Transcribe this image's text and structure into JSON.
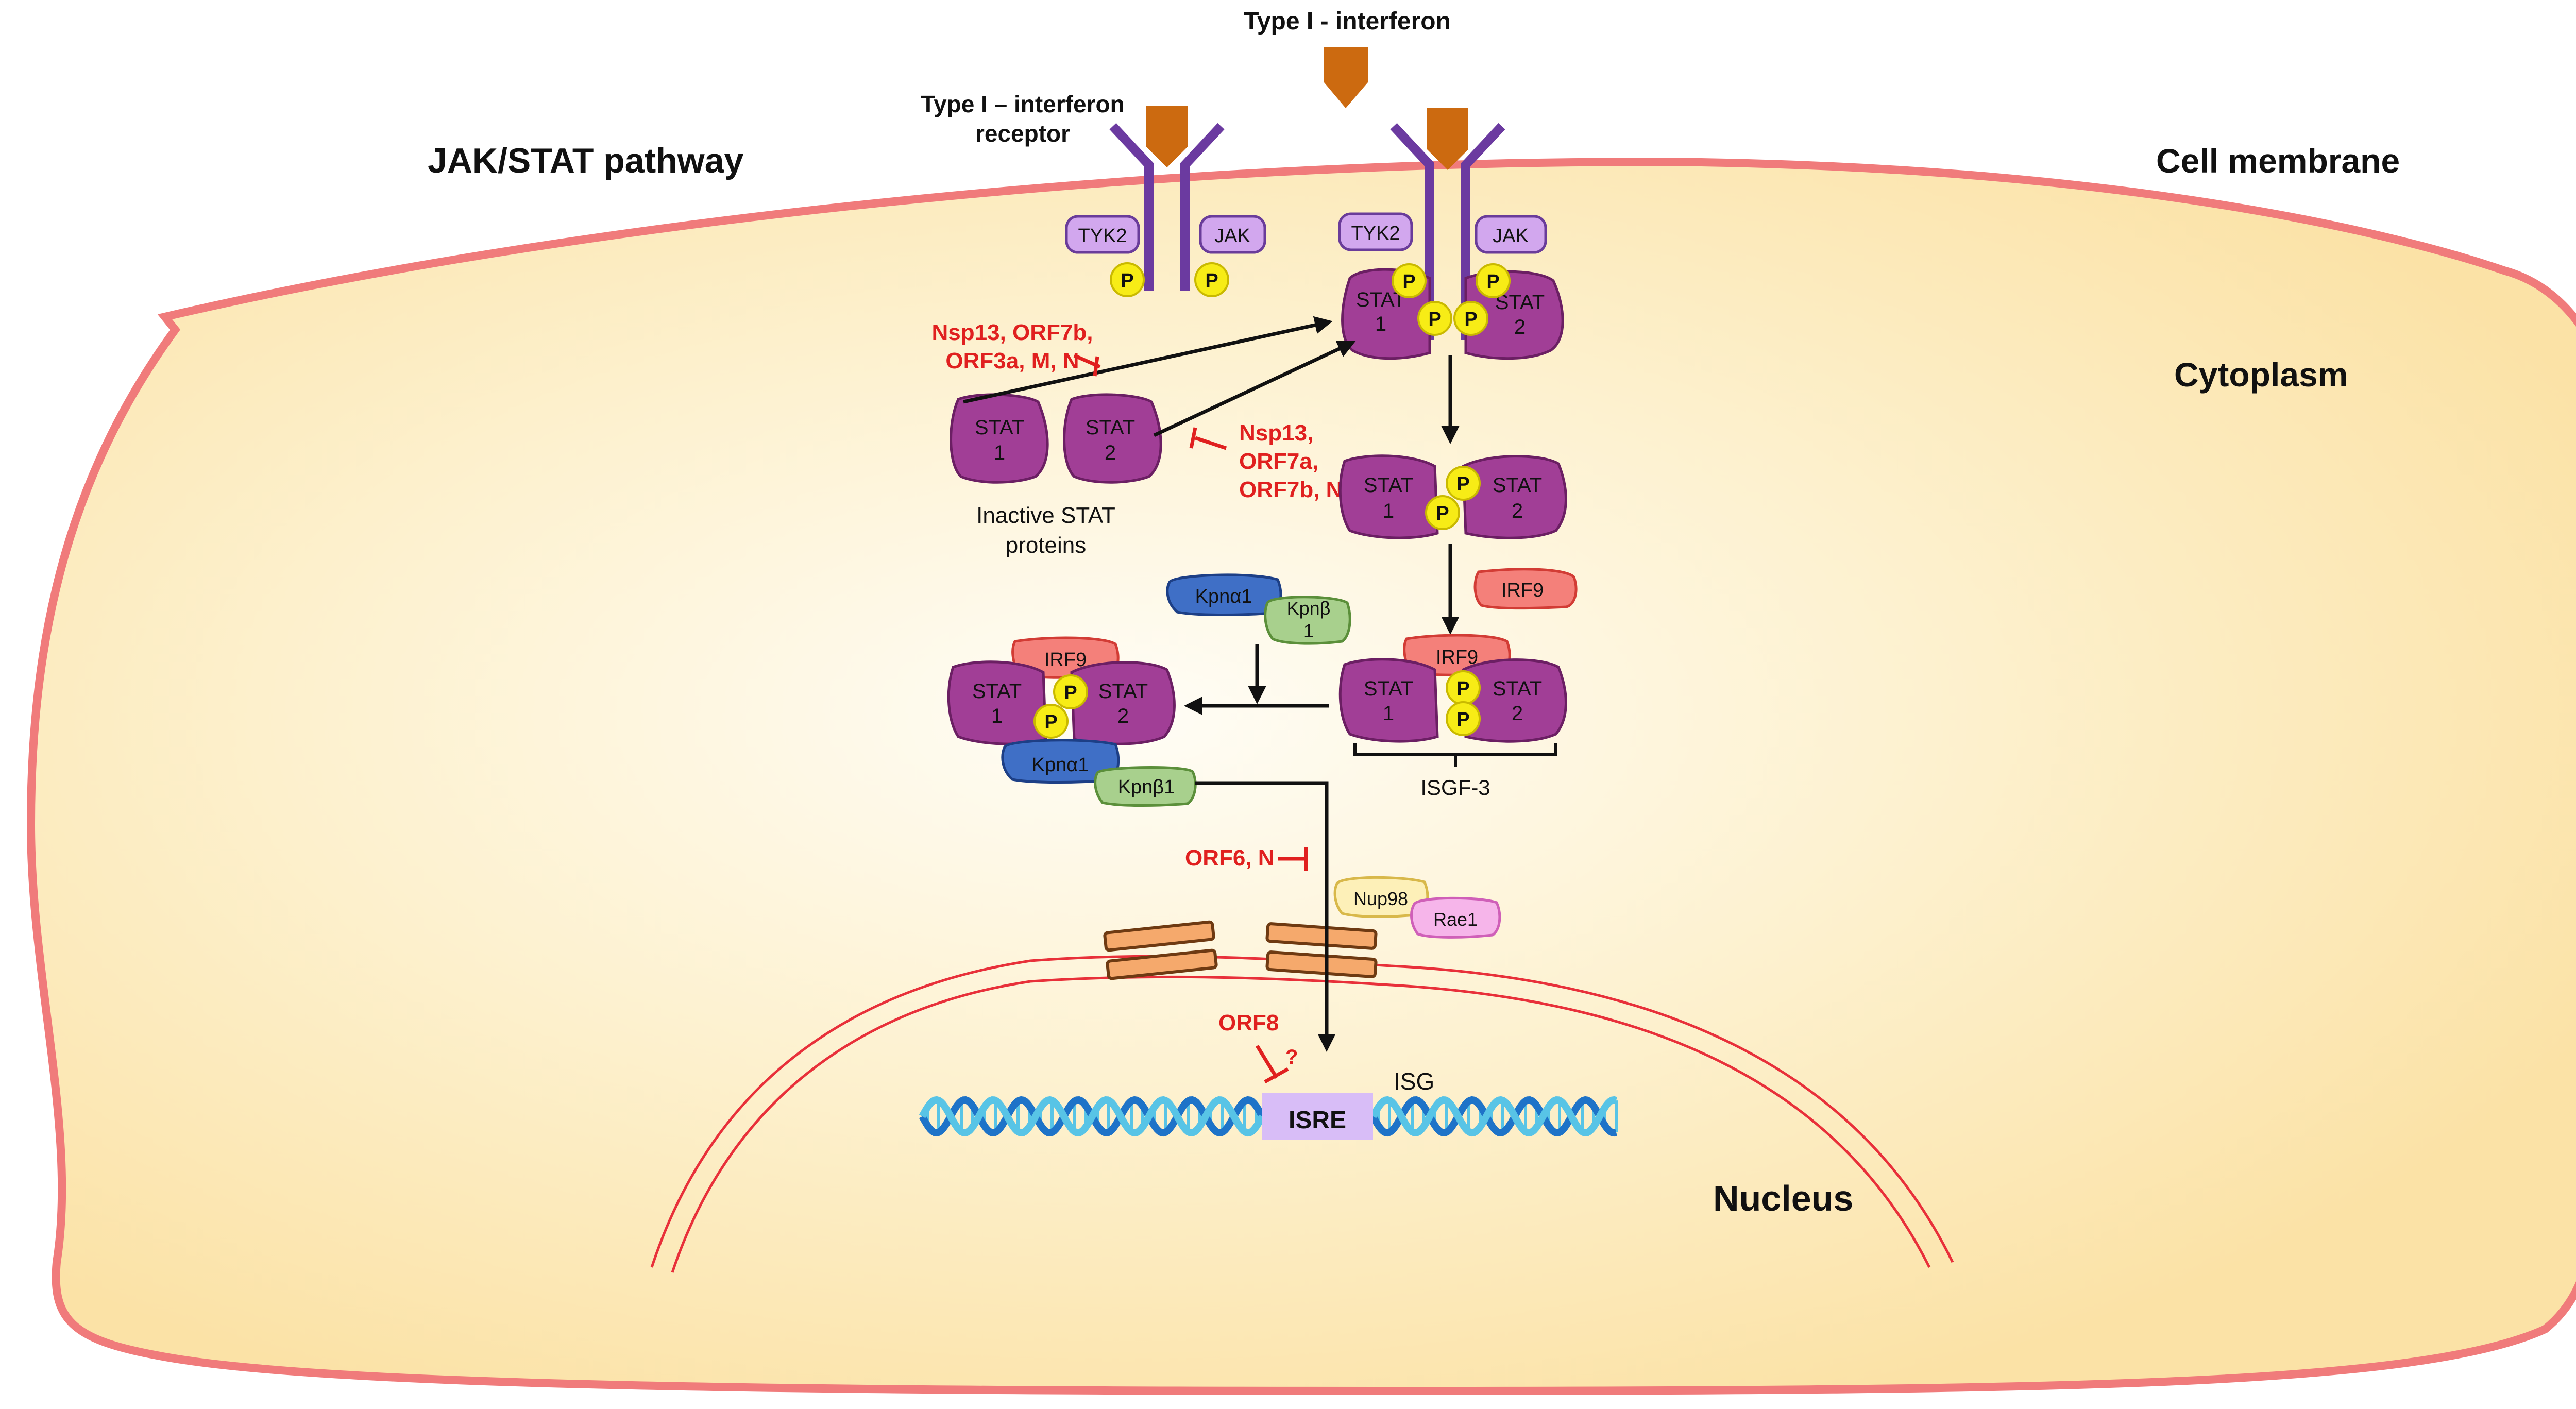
{
  "labels": {
    "pathway": "JAK/STAT pathway",
    "membrane": "Cell membrane",
    "cytoplasm": "Cytoplasm",
    "nucleus": "Nucleus",
    "interferon": "Type I - interferon",
    "receptor_line1": "Type I – interferon",
    "receptor_line2": "receptor",
    "inactive_line1": "Inactive STAT",
    "inactive_line2": "proteins",
    "isgf3": "ISGF-3",
    "isg": "ISG",
    "isre": "ISRE",
    "question": "?"
  },
  "proteins": {
    "tyk2": "TYK2",
    "jak": "JAK",
    "p": "P",
    "stat": "STAT",
    "one": "1",
    "two": "2",
    "irf9": "IRF9",
    "kpna1": "Kpnα1",
    "kpnb": "Kpnβ",
    "kpnb1": "Kpnβ1",
    "nup98": "Nup98",
    "rae1": "Rae1"
  },
  "inhibitors": {
    "a_line1": "Nsp13, ORF7b,",
    "a_line2": "ORF3a, M, N",
    "b_line1": "Nsp13,",
    "b_line2": "ORF7a,",
    "b_line3": "ORF7b, N",
    "c": "ORF6, N",
    "d": "ORF8"
  },
  "colors": {
    "membrane": "#f07b7b",
    "cytoplasm": "#fbe7ae",
    "stat": "#a13e96",
    "phospho": "#f7ec16",
    "inhibitor_text": "#e0201f",
    "interferon": "#cc6a10",
    "receptor": "#6b3aa0",
    "dna_dark": "#1e73c8",
    "dna_light": "#58c4e6",
    "isre_box": "#d8bdf7"
  }
}
